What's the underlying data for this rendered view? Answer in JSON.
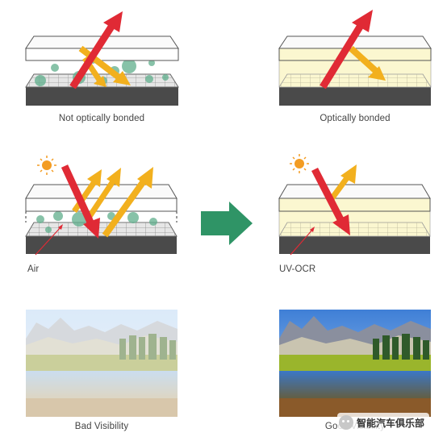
{
  "panels": {
    "top_left_caption": "Not optically bonded",
    "top_right_caption": "Optically bonded",
    "mid_left_label": "Air",
    "mid_right_label": "UV-OCR",
    "bottom_left_caption": "Bad Visibility",
    "bottom_right_caption": "Good Visibility"
  },
  "watermark": {
    "text": "智能汽车俱乐部"
  },
  "colors": {
    "red_arrow": "#e02a35",
    "yellow_arrow": "#f2b01e",
    "bubble": "#5fae8c",
    "ocr_fill": "#fbf7d0",
    "transition_arrow": "#2f9466",
    "sun": "#f39c22",
    "base": "#4a4a4a"
  }
}
